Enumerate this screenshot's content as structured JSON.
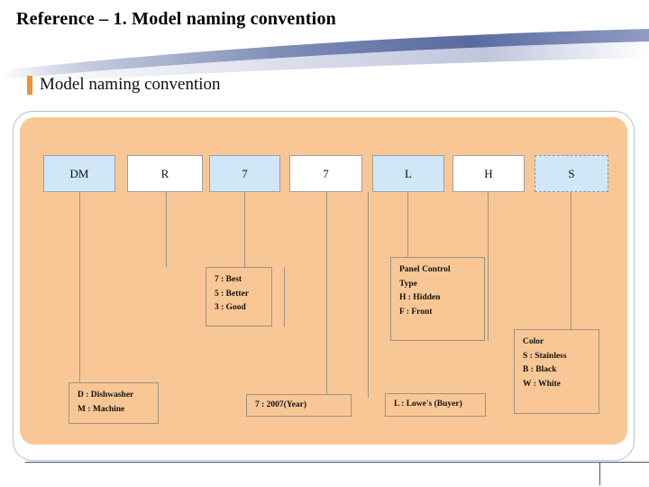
{
  "header": {
    "title": "Reference – 1. Model naming convention",
    "subtitle": "Model naming convention",
    "accent_color": "#F0932B"
  },
  "colors": {
    "panel_orange": "#F9C795",
    "code_blue": "#D0E7F8",
    "code_white": "#FFFFFF",
    "box_border": "#9B9289",
    "rule_blue": "#3F5870"
  },
  "diagram": {
    "code_boxes": [
      {
        "label": "DM",
        "fill": "blue",
        "border": "solid"
      },
      {
        "label": "R",
        "fill": "white",
        "border": "solid"
      },
      {
        "label": "7",
        "fill": "blue",
        "border": "solid"
      },
      {
        "label": "7",
        "fill": "white",
        "border": "solid"
      },
      {
        "label": "L",
        "fill": "blue",
        "border": "solid"
      },
      {
        "label": "H",
        "fill": "white",
        "border": "solid"
      },
      {
        "label": "S",
        "fill": "blue",
        "border": "dashed"
      }
    ],
    "legend_boxes": [
      {
        "name": "grade-legend",
        "lines": [
          "7 : Best",
          "5 : Better",
          "3 : Good"
        ]
      },
      {
        "name": "panel-control-legend",
        "lines": [
          "Panel Control",
          "Type",
          "H : Hidden",
          "F : Front"
        ]
      },
      {
        "name": "color-legend",
        "lines": [
          "Color",
          "S : Stainless",
          "B : Black",
          "W : White"
        ]
      },
      {
        "name": "machine-legend",
        "lines": [
          "D : Dishwasher",
          "M : Machine"
        ]
      },
      {
        "name": "year-legend",
        "lines": [
          "7 : 2007(Year)"
        ]
      },
      {
        "name": "buyer-legend",
        "lines": [
          "L : Lowe's (Buyer)"
        ]
      }
    ]
  }
}
